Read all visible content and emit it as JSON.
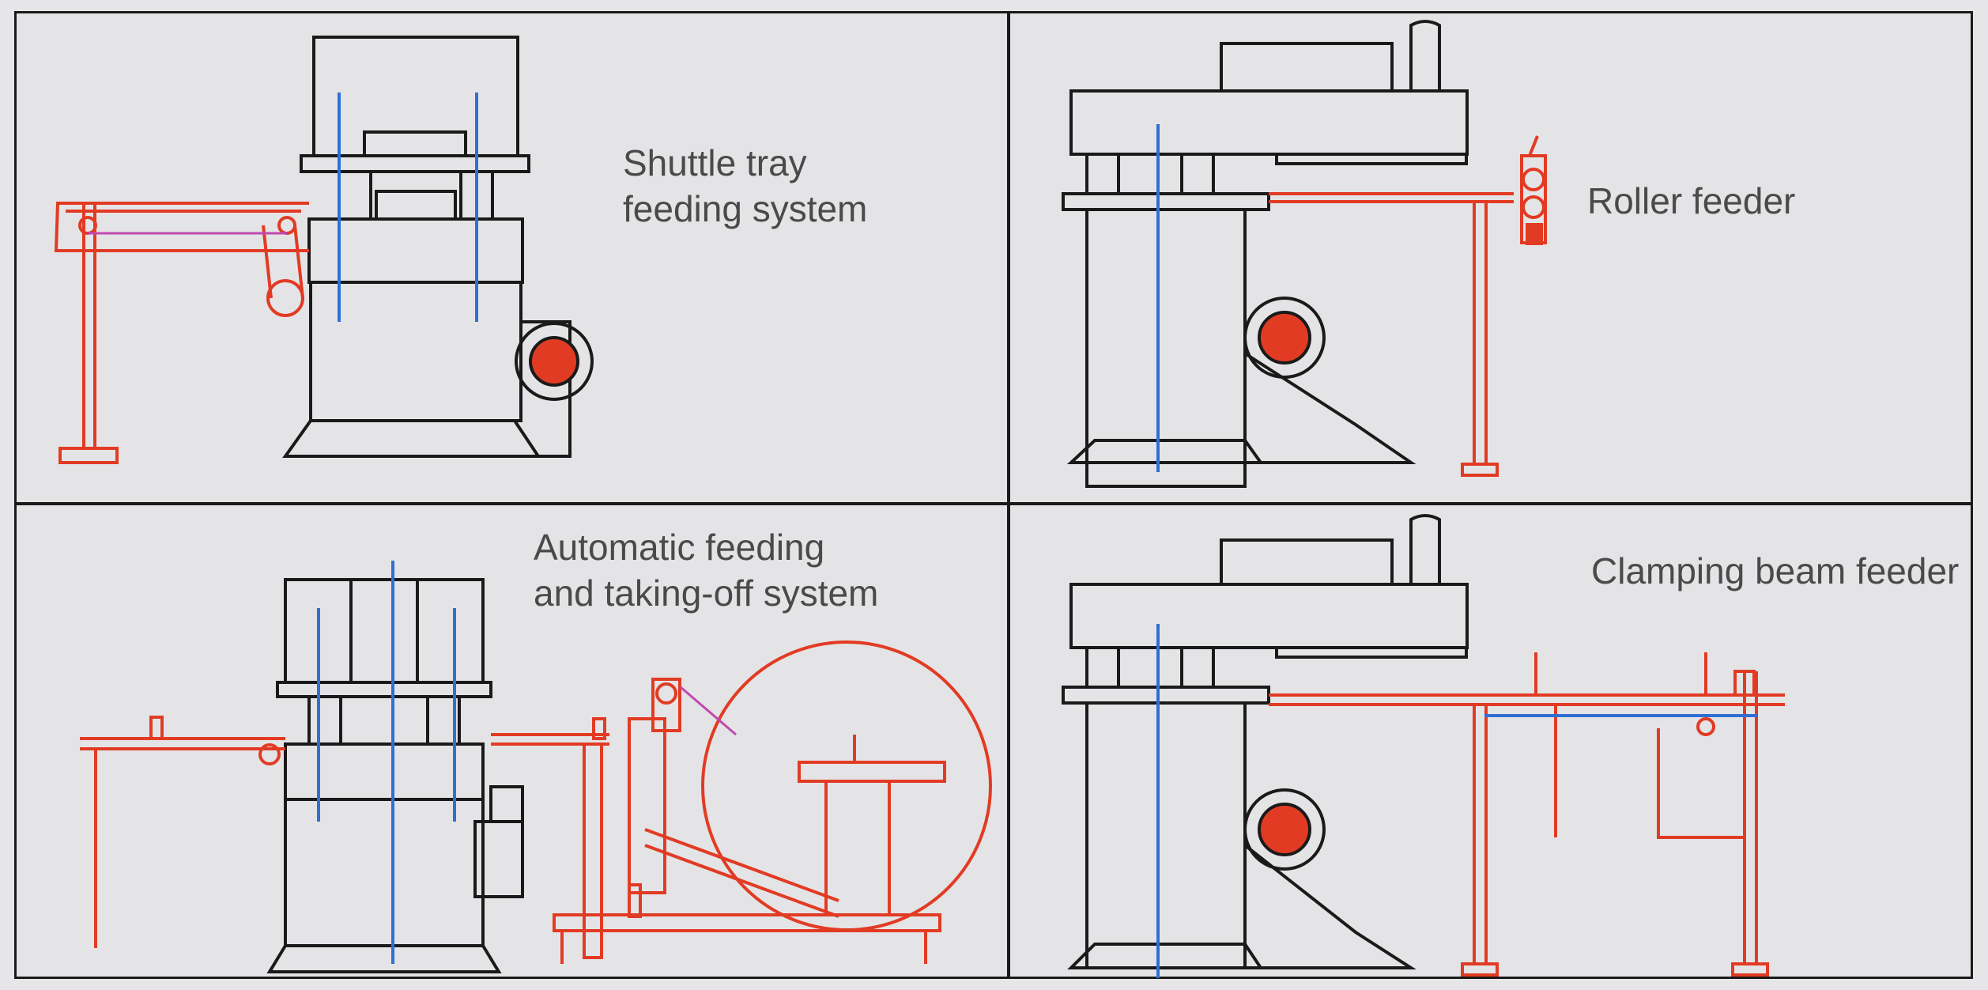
{
  "colors": {
    "machine": "#1a1a1a",
    "feeder": "#e23b24",
    "axis": "#2f6fd6",
    "accent": "#c04ab0"
  },
  "panels": [
    {
      "id": "shuttle",
      "lines": [
        "Shuttle tray",
        "feeding system"
      ]
    },
    {
      "id": "roller",
      "lines": [
        "Roller feeder"
      ]
    },
    {
      "id": "automatic",
      "lines": [
        "Automatic feeding",
        "and taking-off system"
      ]
    },
    {
      "id": "clamping",
      "lines": [
        "Clamping beam feeder"
      ]
    }
  ]
}
